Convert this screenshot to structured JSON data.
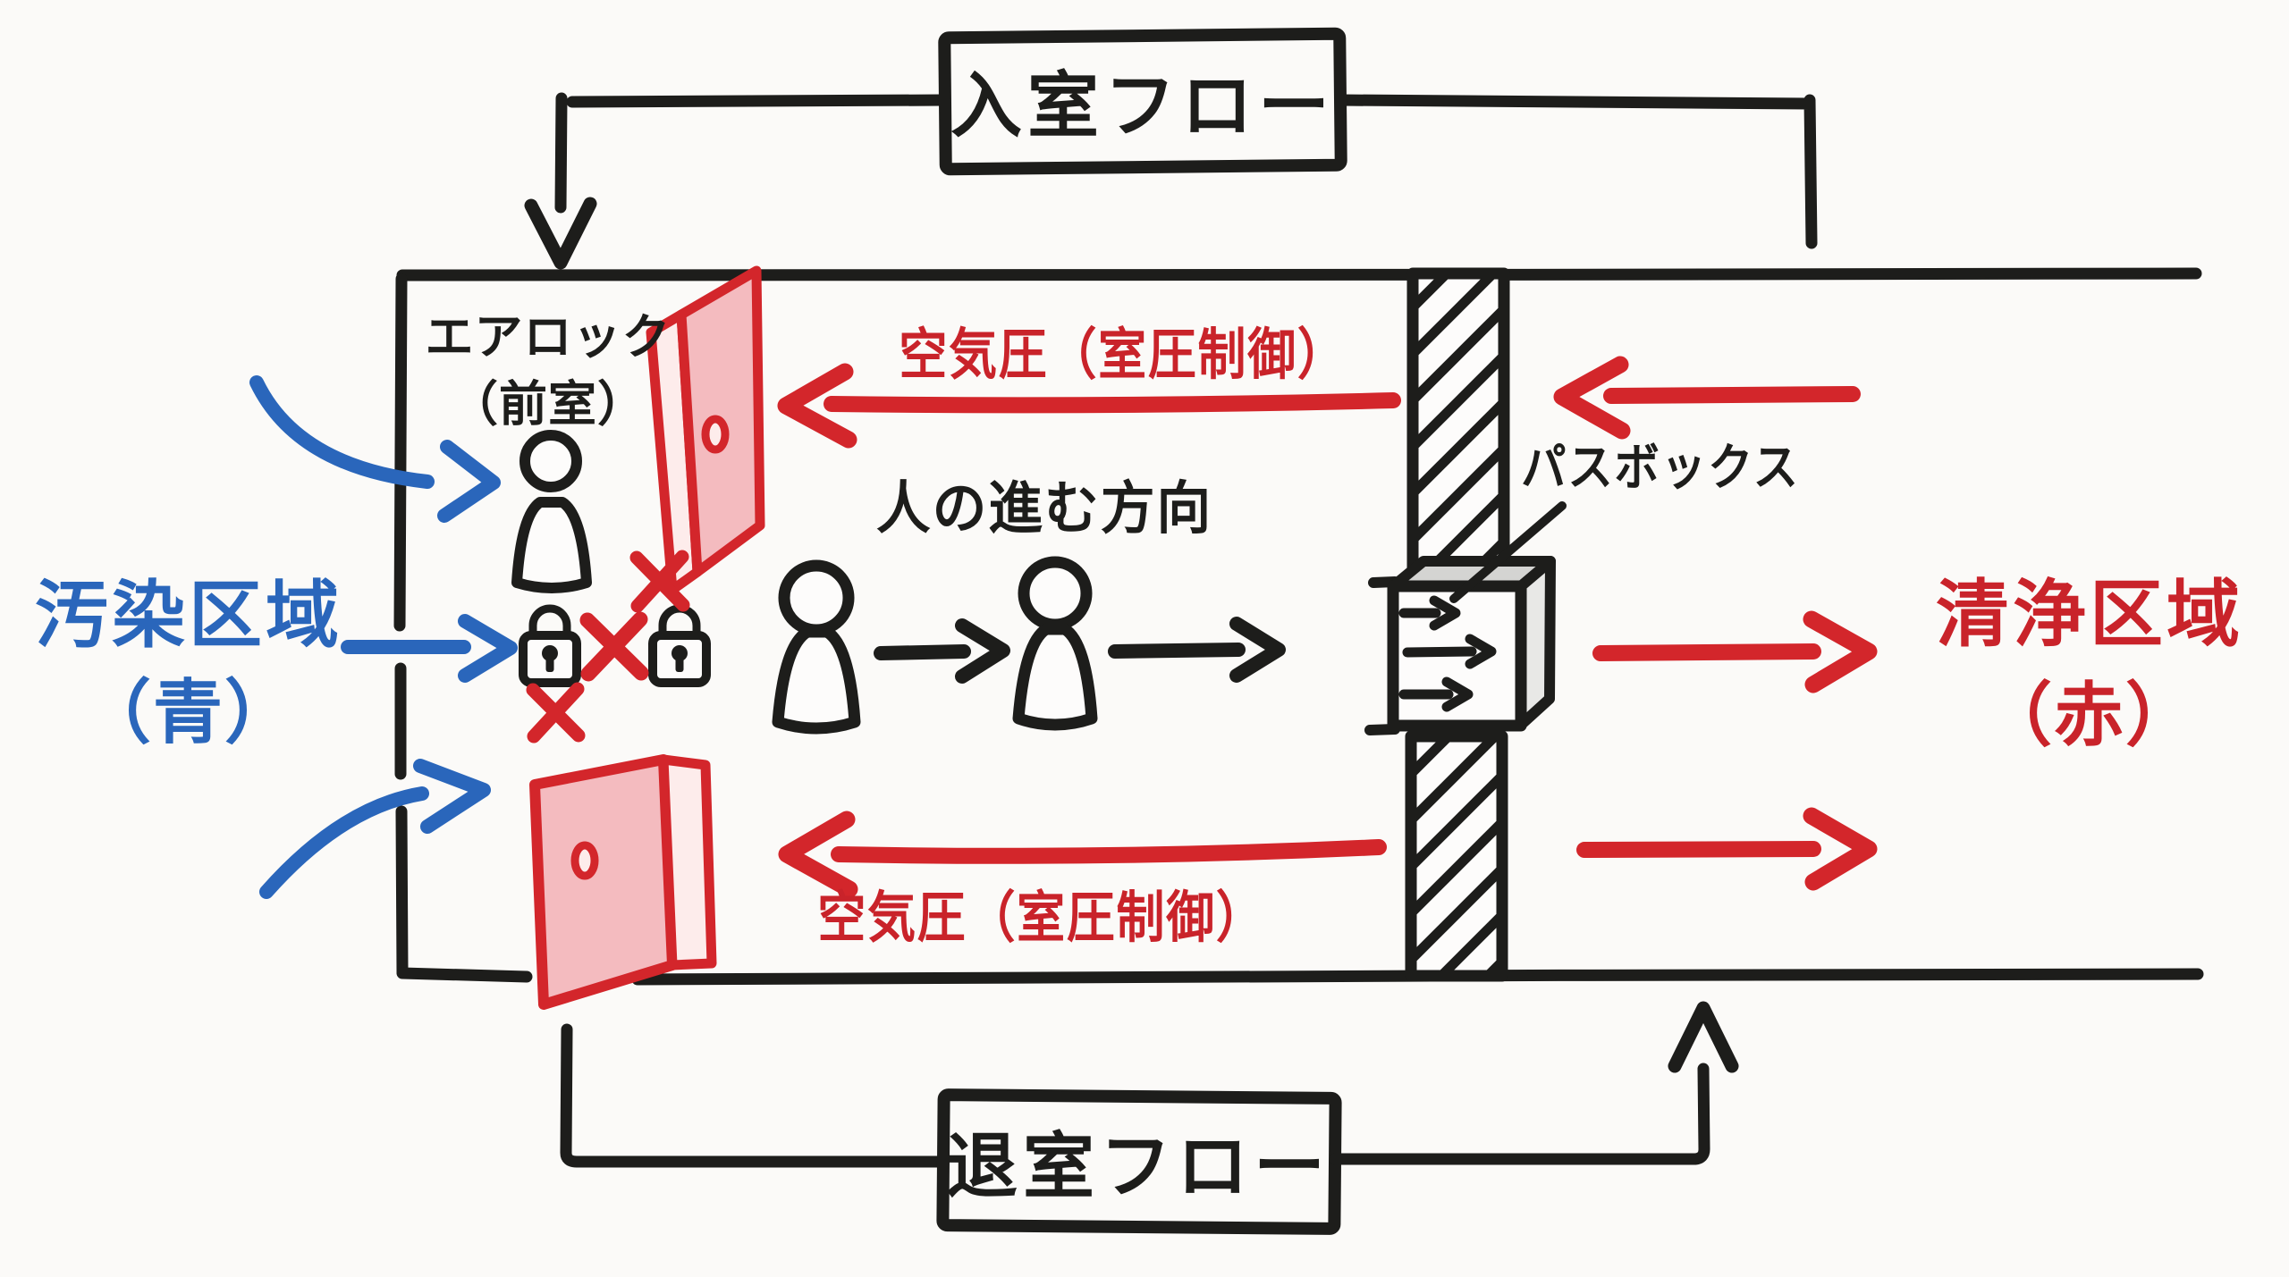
{
  "diagram": {
    "top_flow": {
      "label": "入室フロー"
    },
    "bottom_flow": {
      "label": "退室フロー"
    },
    "left_zone": {
      "line1": "汚染区域",
      "line2": "（青）",
      "color": "#2a66bb"
    },
    "right_zone": {
      "line1": "清浄区域",
      "line2": "（赤）",
      "color": "#c9232a"
    },
    "airlock": {
      "line1": "エアロック",
      "line2": "（前室）"
    },
    "air_pressure_top": {
      "label": "空気圧（室圧制御）",
      "direction": "left"
    },
    "air_pressure_bottom": {
      "label": "空気圧（室圧制御）",
      "direction": "left"
    },
    "person_flow": {
      "label": "人の進む方向",
      "direction": "right"
    },
    "pass_box": {
      "label": "パスボックス"
    },
    "colors": {
      "background": "#fbfaf8",
      "ink": "#1d1d1b",
      "red": "#d3262b",
      "red_text": "#c9232a",
      "blue": "#2a66bb",
      "door_fill": "#f4bbbf",
      "door_edge": "#fdeceb",
      "passbox_top": "#d4d4d2",
      "passbox_side": "#e8e8e6"
    },
    "icons": {
      "person": "person-outline",
      "padlock": "padlock",
      "x_mark": "red-x-cross",
      "door": "open-red-door",
      "pass_box": "3d-box-with-through-arrows",
      "hatched_wall": "diagonal-hatch-wall"
    }
  }
}
